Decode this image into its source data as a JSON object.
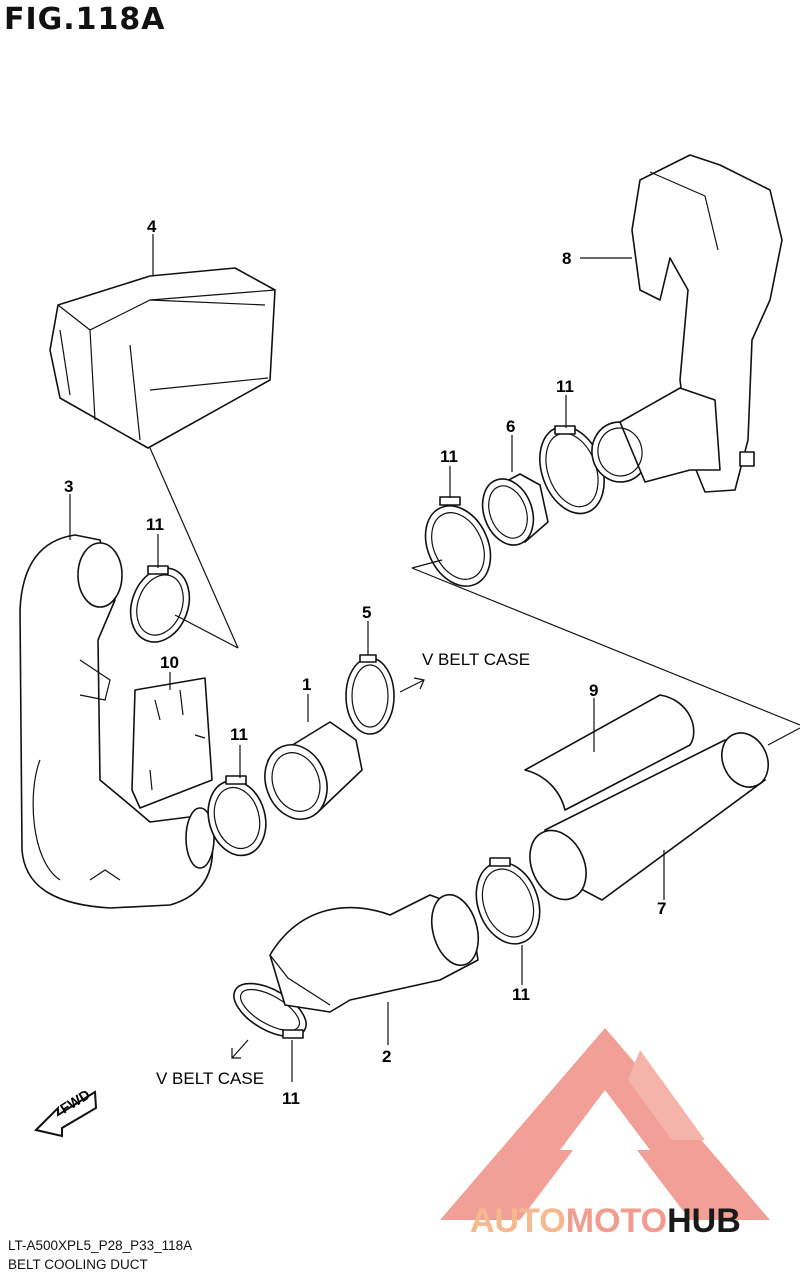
{
  "figure": {
    "title": "FIG.118A"
  },
  "footer": {
    "model_code": "LT-A500XPL5_P28_P33_118A",
    "description": "BELT COOLING DUCT"
  },
  "callouts": [
    "1",
    "2",
    "3",
    "4",
    "5",
    "6",
    "7",
    "8",
    "9",
    "10",
    "11",
    "11",
    "11",
    "11",
    "11",
    "11"
  ],
  "notes": {
    "v_belt_case_upper": "V BELT CASE",
    "v_belt_case_lower": "V BELT CASE"
  },
  "direction_badge": "FWD",
  "watermark": {
    "brand_parts": [
      "AUTO",
      "MOTO",
      "HUB"
    ],
    "colors": {
      "auto": "#f6b98e",
      "moto": "#f19c8f",
      "hub": "#1a1a1a",
      "logo": "#ef7f77"
    }
  }
}
